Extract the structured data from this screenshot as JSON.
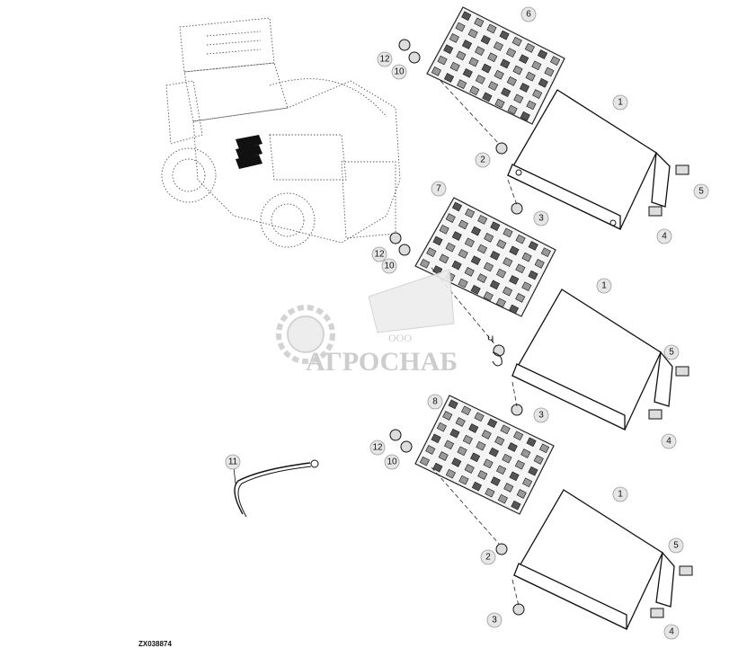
{
  "diagram": {
    "drawing_id": "ZX038874",
    "callout_numbers": {
      "plate": "1",
      "nut": "2",
      "nut_b": "3",
      "bolt": "4",
      "screw": "5",
      "fuse_board_a": "6",
      "fuse_board_b": "7",
      "fuse_board_c": "8",
      "washer": "10",
      "cable": "11",
      "clip": "12"
    },
    "hidden_callout_letter": "Ч"
  },
  "watermark": {
    "company_prefix": "ООО",
    "company_name": "АГРОСНАБ"
  },
  "colors": {
    "line": "#111111",
    "callout_fill": "#e6e6e6",
    "watermark": "#c8c8c8"
  }
}
